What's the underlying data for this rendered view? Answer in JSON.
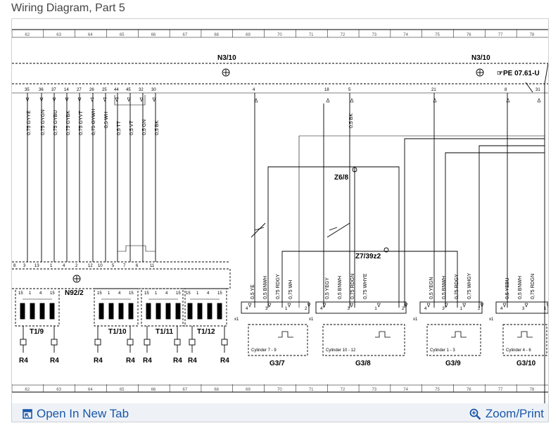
{
  "page": {
    "title": "Wiring Diagram, Part 5"
  },
  "ruler": {
    "numbers": [
      "62",
      "63",
      "64",
      "65",
      "66",
      "67",
      "68",
      "69",
      "70",
      "71",
      "72",
      "73",
      "74",
      "75",
      "76",
      "77",
      "78"
    ]
  },
  "diagram": {
    "modules": {
      "top_left": "N3/10",
      "top_right": "N3/10",
      "ref": "☞PE 07.61-U"
    },
    "module_pins": [
      "35",
      "36",
      "37",
      "14",
      "27",
      "26",
      "25",
      "44",
      "45",
      "32",
      "30",
      "4",
      "18",
      "5",
      "21",
      "8",
      "31"
    ],
    "wire_labels": [
      "0,75 GYYE",
      "0,75 GYGN",
      "0,75 GYBU",
      "0,75 GYBK",
      "0,75 GYVT",
      "0,75 GYWH",
      "0,5 WH",
      "0,5 TT",
      "0,5 VT",
      "0,5 GN",
      "0,5 BK",
      "0,5 BK"
    ],
    "splices": {
      "z6": "Z6/8",
      "z7": "Z7/39z2"
    },
    "n92": {
      "label": "N92/2",
      "pins": [
        "8",
        "3",
        "13",
        "1",
        "4",
        "2",
        "12",
        "10",
        "5",
        "7",
        "6",
        "11"
      ]
    },
    "coils": [
      {
        "label": "T1/9",
        "pins": [
          "15",
          "1",
          "4",
          "15"
        ]
      },
      {
        "label": "T1/10",
        "pins": [
          "15",
          "1",
          "4",
          "15"
        ]
      },
      {
        "label": "T1/11",
        "pins": [
          "15",
          "1",
          "4",
          "15"
        ]
      },
      {
        "label": "T1/12",
        "pins": [
          "15",
          "1",
          "4",
          "15"
        ]
      }
    ],
    "spark_plugs": [
      "R4",
      "R4",
      "R4",
      "R4",
      "R4",
      "R4",
      "R4",
      "R4"
    ],
    "g3_sensors": [
      {
        "label": "G3/7",
        "caption": "Cylinder 7 - 9",
        "x1": "x1",
        "pins": [
          "4",
          "3",
          "1",
          "2"
        ],
        "wires": [
          "0,5 YE",
          "0,5 BNWH",
          "0,75 RDGY",
          "0,75 WH"
        ]
      },
      {
        "label": "G3/8",
        "caption": "Cylinder 10 - 12",
        "x1": "x1",
        "pins": [
          "4",
          "3",
          "1",
          "2"
        ],
        "wires": [
          "0,5 YEGY",
          "0,5 BNWH",
          "0,75 RDGN",
          "0,75 WHYE"
        ]
      },
      {
        "label": "G3/9",
        "caption": "Cylinder 1 - 3",
        "x1": "x1",
        "pins": [
          "4",
          "3",
          "1",
          "2"
        ],
        "wires": [
          "0,5 YEGN",
          "0,5 BNWH",
          "0,75 RDGY",
          "0,75 WHGY"
        ]
      },
      {
        "label": "G3/10",
        "caption": "Cylinder 4 - 6",
        "x1": "x1",
        "pins": [
          "4",
          "3",
          "1"
        ],
        "wires": [
          "0,5 YEBU",
          "0,5 BNWH",
          "0,75 RDGN"
        ]
      }
    ]
  },
  "footer": {
    "open_new_tab": "Open In New Tab",
    "zoom_print": "Zoom/Print"
  },
  "colors": {
    "link": "#1a57a8",
    "footer_bg": "#eef2f7",
    "frame_border": "#d0d0d0"
  }
}
